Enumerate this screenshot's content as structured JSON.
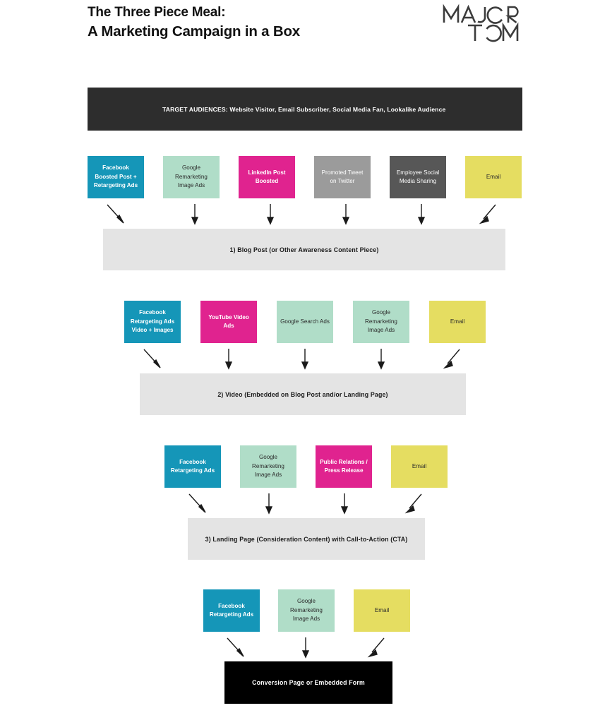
{
  "header": {
    "title_line1": "The Three Piece Meal:",
    "title_line2": "A Marketing Campaign in a Box",
    "logo_text": "MAJOR TOM",
    "logo_line1": "MAJOR",
    "logo_line2": "TOM"
  },
  "audience_banner": {
    "text": "TARGET AUDIENCES: Website Visitor, Email Subscriber, Social Media Fan, Lookalike Audience",
    "bg": "#2d2d2d",
    "color": "#ffffff"
  },
  "palette": {
    "facebook_teal": "#1596b8",
    "google_mint": "#b0ddc8",
    "pink_magenta": "#e0238f",
    "twitter_grey": "#9b9b9b",
    "employee_darkgrey": "#575757",
    "email_yellow": "#e5dd61",
    "banner_grey": "#e4e4e4",
    "banner_dark": "#2d2d2d",
    "banner_black": "#000000",
    "arrow": "#1a1a1a"
  },
  "tiers": [
    {
      "id": "tier-1",
      "boxes": [
        {
          "label": "Facebook Boosted Post + Retargeting Ads",
          "lines": [
            "Facebook",
            "Boosted Post +",
            "Retargeting Ads"
          ],
          "color": "facebook"
        },
        {
          "label": "Google Remarketing Image Ads",
          "lines": [
            "Google",
            "Remarketing",
            "Image Ads"
          ],
          "color": "google"
        },
        {
          "label": "LinkedIn Post Boosted",
          "lines": [
            "LinkedIn Post",
            "Boosted"
          ],
          "color": "pink"
        },
        {
          "label": "Promoted Tweet on Twitter",
          "lines": [
            "Promoted Tweet",
            "on Twitter"
          ],
          "color": "grey"
        },
        {
          "label": "Employee Social Media Sharing",
          "lines": [
            "Employee Social",
            "Media Sharing"
          ],
          "color": "darkgrey"
        },
        {
          "label": "Email",
          "lines": [
            "Email"
          ],
          "color": "email"
        }
      ],
      "banner": "1) Blog Post (or Other Awareness Content Piece)"
    },
    {
      "id": "tier-2",
      "boxes": [
        {
          "label": "Facebook Retargeting Ads Video + Images",
          "lines": [
            "Facebook",
            "Retargeting Ads",
            "Video + Images"
          ],
          "color": "facebook"
        },
        {
          "label": "YouTube Video Ads",
          "lines": [
            "YouTube Video",
            "Ads"
          ],
          "color": "pink"
        },
        {
          "label": "Google Search Ads",
          "lines": [
            "Google Search",
            "Ads"
          ],
          "color": "google"
        },
        {
          "label": "Google Remarketing Image Ads",
          "lines": [
            "Google",
            "Remarketing",
            "Image Ads"
          ],
          "color": "google"
        },
        {
          "label": "Email",
          "lines": [
            "Email"
          ],
          "color": "email"
        }
      ],
      "banner": "2) Video (Embedded on Blog Post and/or Landing Page)"
    },
    {
      "id": "tier-3",
      "boxes": [
        {
          "label": "Facebook Retargeting Ads",
          "lines": [
            "Facebook",
            "Retargeting Ads"
          ],
          "color": "facebook"
        },
        {
          "label": "Google Remarketing Image Ads",
          "lines": [
            "Google",
            "Remarketing",
            "Image Ads"
          ],
          "color": "google"
        },
        {
          "label": "Public Relations / Press Release",
          "lines": [
            "Public Relations /",
            "Press Release"
          ],
          "color": "pink"
        },
        {
          "label": "Email",
          "lines": [
            "Email"
          ],
          "color": "email"
        }
      ],
      "banner": "3) Landing Page (Consideration Content) with Call-to-Action (CTA)"
    },
    {
      "id": "tier-4",
      "boxes": [
        {
          "label": "Facebook Retargeting Ads",
          "lines": [
            "Facebook",
            "Retargeting Ads"
          ],
          "color": "facebook"
        },
        {
          "label": "Google Remarketing Image Ads",
          "lines": [
            "Google",
            "Remarketing",
            "Image Ads"
          ],
          "color": "google"
        },
        {
          "label": "Email",
          "lines": [
            "Email"
          ],
          "color": "email"
        }
      ],
      "banner": "Conversion Page or Embedded Form"
    }
  ],
  "banners": {
    "blog": "1) Blog Post (or Other Awareness Content Piece)",
    "video": "2) Video (Embedded on Blog Post and/or Landing Page)",
    "landing": "3) Landing Page (Consideration Content) with Call-to-Action (CTA)",
    "conversion": "Conversion Page or Embedded Form"
  }
}
